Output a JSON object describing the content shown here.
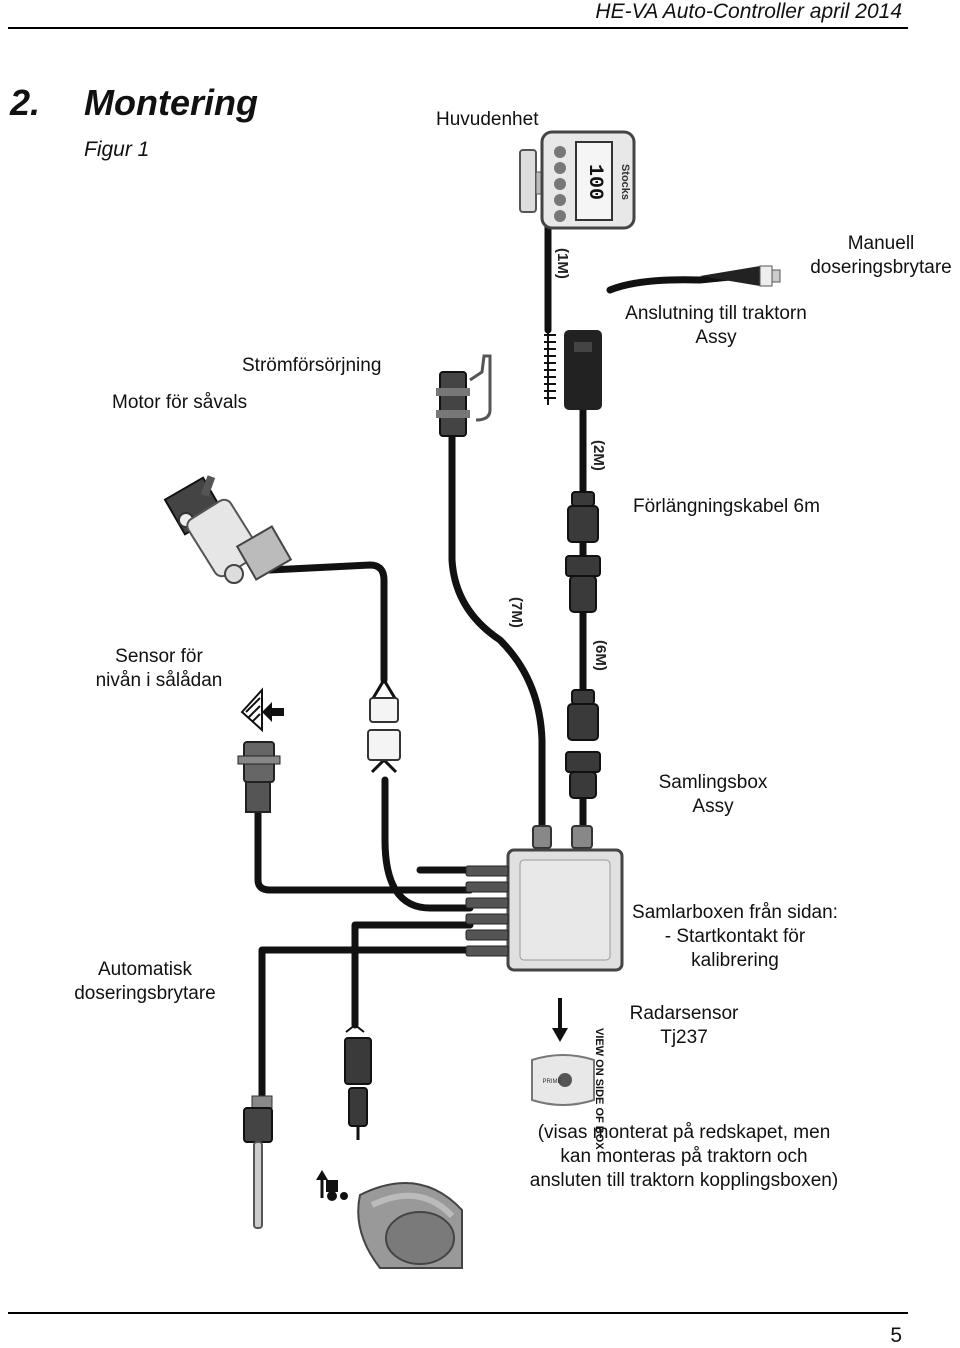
{
  "header": {
    "doc_title": "HE-VA Auto-Controller april 2014"
  },
  "section": {
    "number": "2.",
    "title": "Montering",
    "figure_label": "Figur 1"
  },
  "labels": {
    "main_unit": "Huvudenhet",
    "manual_rate_switch_line1": "Manuell",
    "manual_rate_switch_line2": "doseringsbrytare",
    "tractor_connection_line1": "Anslutning till traktorn",
    "tractor_connection_line2": "Assy",
    "power_supply": "Strömförsörjning",
    "seed_motor": "Motor för såvals",
    "extension_cable": "Förlängningskabel  6m",
    "hopper_level_sensor_line1": "Sensor för",
    "hopper_level_sensor_line2": "nivån i sålådan",
    "junction_box_line1": "Samlingsbox",
    "junction_box_line2": "Assy",
    "auto_rate_switch_line1": "Automatisk",
    "auto_rate_switch_line2": "doseringsbrytare",
    "box_side_line1": "Samlarboxen från sidan:",
    "box_side_line2": "- Startkontakt för",
    "box_side_line3": "kalibrering",
    "radar_sensor_line1": "Radarsensor",
    "radar_sensor_line2": "Tj237",
    "note_line1": "(visas monterat på redskapet, men",
    "note_line2": "kan monteras på traktorn och",
    "note_line3": "ansluten till traktorn kopplingsboxen)"
  },
  "cable_lengths": {
    "main_unit_cable": "(1M)",
    "tractor_cable": "(2M)",
    "junction_cable": "(7M)",
    "extension_cable": "(6M)"
  },
  "device_text": {
    "display_reading": "100",
    "brand": "Stocks",
    "box_side_view": "VIEW ON SIDE OF BOX",
    "prime_button": "PRIME"
  },
  "footer": {
    "page_number": "5"
  }
}
